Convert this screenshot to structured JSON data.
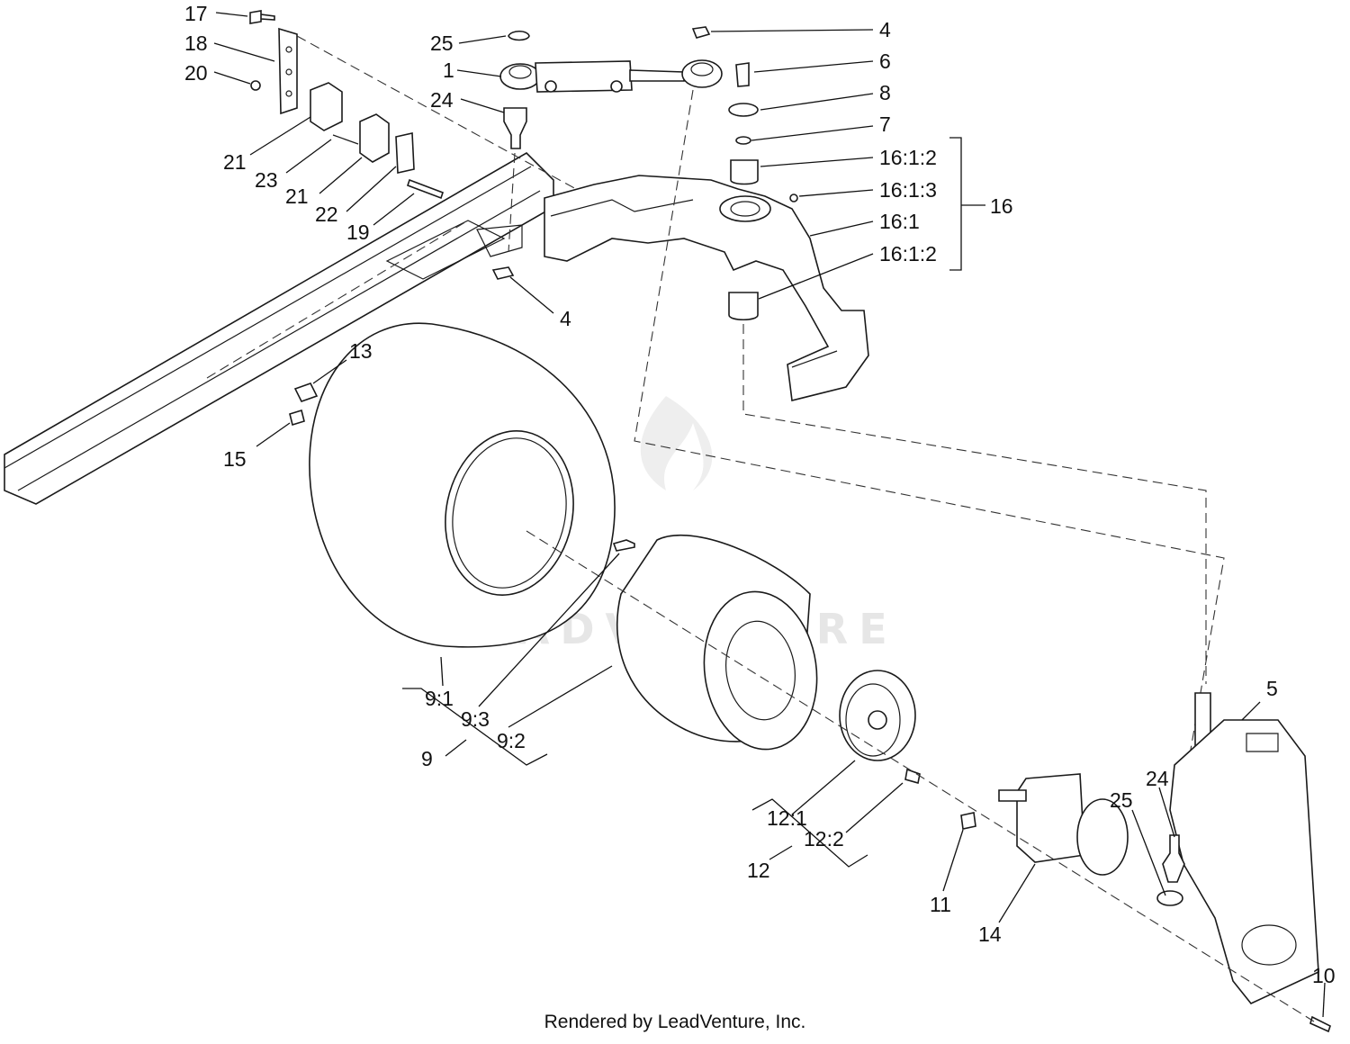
{
  "diagram": {
    "labels": {
      "l17": "17",
      "l18": "18",
      "l20": "20",
      "l21a": "21",
      "l23": "23",
      "l21b": "21",
      "l22": "22",
      "l19": "19",
      "l25a": "25",
      "l1": "1",
      "l24a": "24",
      "l4a": "4",
      "l4b": "4",
      "l6": "6",
      "l8": "8",
      "l7": "7",
      "l16_1_2a": "16:1:2",
      "l16_1_3": "16:1:3",
      "l16_1": "16:1",
      "l16_1_2b": "16:1:2",
      "l16": "16",
      "l13": "13",
      "l15": "15",
      "l9_1": "9:1",
      "l9_3": "9:3",
      "l9_2": "9:2",
      "l9": "9",
      "l12_1": "12:1",
      "l12_2": "12:2",
      "l12": "12",
      "l11": "11",
      "l14": "14",
      "l25b": "25",
      "l24b": "24",
      "l5": "5",
      "l10": "10"
    },
    "watermark": "LEADVENTURE",
    "footer": "Rendered by LeadVenture, Inc."
  }
}
